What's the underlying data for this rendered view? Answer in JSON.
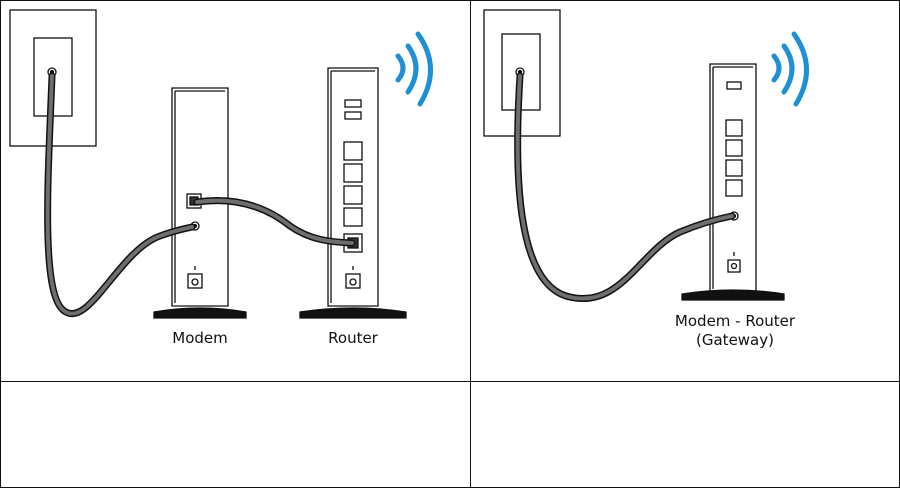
{
  "left_panel": {
    "labels": {
      "modem": "Modem",
      "router": "Router"
    }
  },
  "right_panel": {
    "labels": {
      "gateway_line1": "Modem - Router",
      "gateway_line2": "(Gateway)"
    }
  },
  "bottom_row": {
    "left_cell": "",
    "right_cell": ""
  },
  "colors": {
    "cable": "#6e6e6e",
    "wifi": "#1f8fd6",
    "outline": "#111111",
    "background": "#ffffff"
  },
  "icons": [
    "wall-outlet-icon",
    "coax-cable-icon",
    "ethernet-cable-icon",
    "modem-icon",
    "router-icon",
    "gateway-icon",
    "wifi-signal-icon"
  ]
}
